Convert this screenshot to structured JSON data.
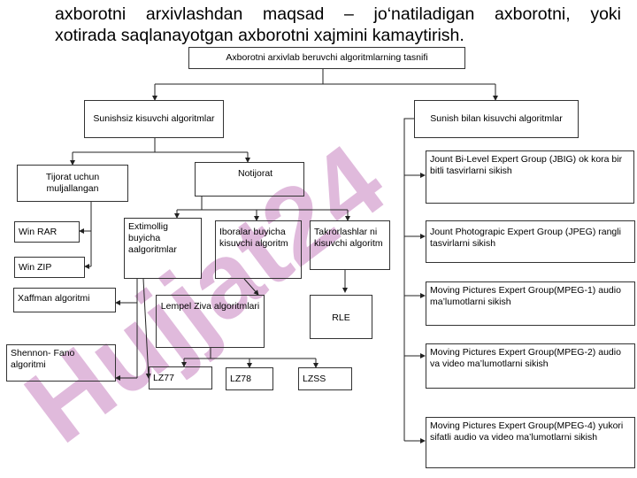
{
  "heading": {
    "line1": "axborotni arxivlashdan maqsad – jo‘natiladigan axborotni, yoki",
    "line2": "xotirada saqlanayotgan axborotni xajmini kamaytirish."
  },
  "watermark": {
    "text": "Hujjat24",
    "color": "#d9a9d4"
  },
  "diagram": {
    "root": "Axborotni   arxivlab  beruvchi algoritmlarning tasnifi",
    "lossless": "Sunishsiz kisuvchi algoritmlar",
    "lossy": "Sunish bilan kisuvchi algoritmlar",
    "commercial": "Tijorat uchun muljallangan",
    "noncommercial": "Notijorat",
    "winrar": "Win RAR",
    "winzip": "Win ZIP",
    "huffman": "Xaffman algoritmi",
    "shannon": "Shennon- Fano algoritmi",
    "probabilistic": "Extimollig buyicha aalgoritmlar",
    "dictionary": "Iboralar buyicha kisuvchi algoritm",
    "repetition": "Takrorlashlar ni kisuvchi algoritm",
    "lempel": "Lempel Ziva algoritmlari",
    "rle": "RLE",
    "lz77": "LZ77",
    "lz78": "LZ78",
    "lzss": "LZSS",
    "jbig": "Jount Bi-Level Expert Group (JBIG) ok kora bir bitli tasvirlarni sikish",
    "jpeg": "Jount Photograpic Expert Group (JPEG) rangli tasvirlarni sikish",
    "mpeg1": "Moving Pictures Expert Group(MPEG-1) audio ma’lumotlarni sikish",
    "mpeg2": "Moving Pictures Expert Group(MPEG-2) audio va video ma’lumotlarni sikish",
    "mpeg4": "Moving Pictures Expert Group(MPEG-4)    yukori sifatli audio va video ma’lumotlarni sikish"
  }
}
